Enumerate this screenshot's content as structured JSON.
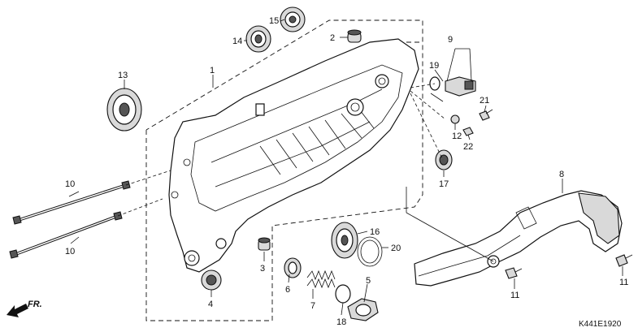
{
  "diagram": {
    "callouts": [
      {
        "id": "c1",
        "text": "1"
      },
      {
        "id": "c2",
        "text": "2"
      },
      {
        "id": "c3",
        "text": "3"
      },
      {
        "id": "c4",
        "text": "4"
      },
      {
        "id": "c5",
        "text": "5"
      },
      {
        "id": "c6",
        "text": "6"
      },
      {
        "id": "c7",
        "text": "7"
      },
      {
        "id": "c8",
        "text": "8"
      },
      {
        "id": "c9",
        "text": "9"
      },
      {
        "id": "c10a",
        "text": "10"
      },
      {
        "id": "c10b",
        "text": "10"
      },
      {
        "id": "c11a",
        "text": "11"
      },
      {
        "id": "c11b",
        "text": "11"
      },
      {
        "id": "c12",
        "text": "12"
      },
      {
        "id": "c13",
        "text": "13"
      },
      {
        "id": "c14",
        "text": "14"
      },
      {
        "id": "c15",
        "text": "15"
      },
      {
        "id": "c16",
        "text": "16"
      },
      {
        "id": "c17",
        "text": "17"
      },
      {
        "id": "c18",
        "text": "18"
      },
      {
        "id": "c19",
        "text": "19"
      },
      {
        "id": "c20",
        "text": "20"
      },
      {
        "id": "c21",
        "text": "21"
      },
      {
        "id": "c22",
        "text": "22"
      }
    ],
    "direction_label": "FR.",
    "diagram_code": "K441E1920"
  }
}
